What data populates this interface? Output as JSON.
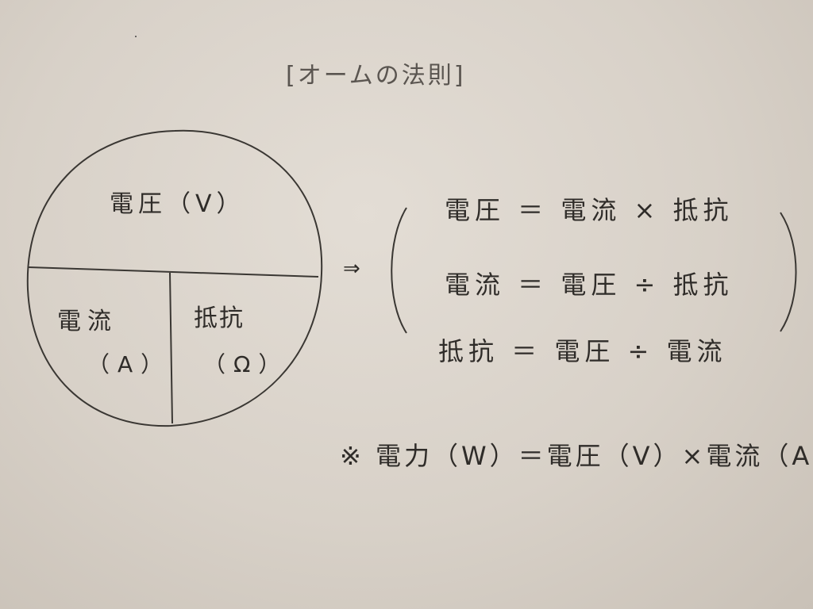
{
  "title": "[オームの法則]",
  "circle": {
    "top_label": "電圧（V）",
    "left_label": "電流",
    "left_unit": "（A）",
    "right_label": "抵抗",
    "right_unit": "（Ω）"
  },
  "arrow": "⇒",
  "equations": [
    "電圧 ＝ 電流 × 抵抗",
    "電流 ＝ 電圧 ÷ 抵抗",
    "抵抗 ＝ 電圧 ÷ 電流"
  ],
  "note": "※ 電力（W）＝電圧（V）×電流（A）",
  "colors": {
    "paper": "#d9d3cb",
    "ink": "#2f2c29"
  }
}
